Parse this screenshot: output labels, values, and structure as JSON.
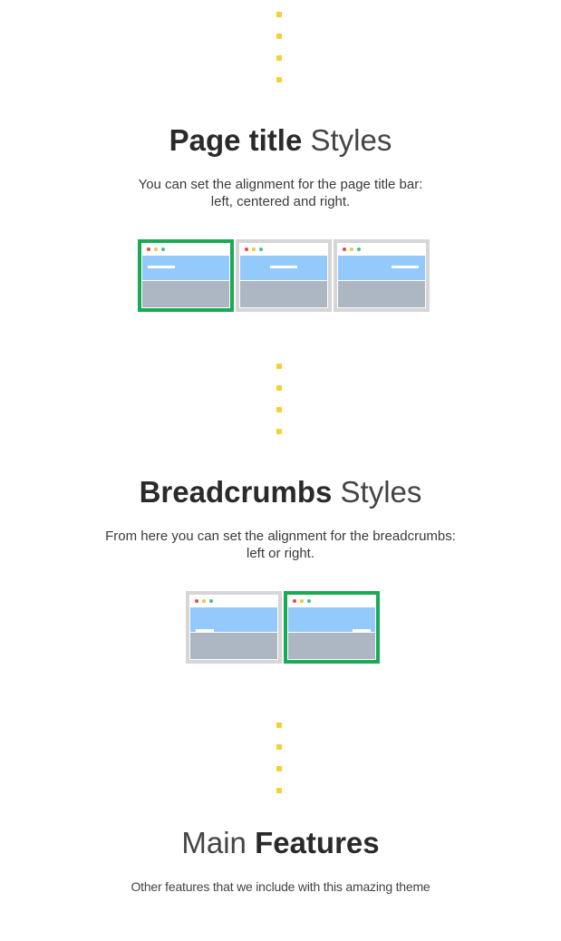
{
  "page_title_section": {
    "heading_bold": "Page title",
    "heading_light": "Styles",
    "description_line1": "You can set the alignment for the page title bar:",
    "description_line2": "left, centered and right.",
    "options": [
      "left",
      "centered",
      "right"
    ],
    "selected": "left"
  },
  "breadcrumbs_section": {
    "heading_bold": "Breadcrumbs",
    "heading_light": "Styles",
    "description_line1": "From here you can set the alignment for the breadcrumbs:",
    "description_line2": "left or right.",
    "options": [
      "left",
      "right"
    ],
    "selected": "right"
  },
  "features_section": {
    "heading_light": "Main",
    "heading_bold": "Features",
    "subtitle": "Other features that we include with this amazing theme"
  },
  "colors": {
    "accent_dot": "#f5d033",
    "selected_border": "#1aaa55",
    "browser_dot_red": "#f0454a",
    "browser_dot_yellow": "#f5c533",
    "browser_dot_green": "#3cc48a"
  }
}
